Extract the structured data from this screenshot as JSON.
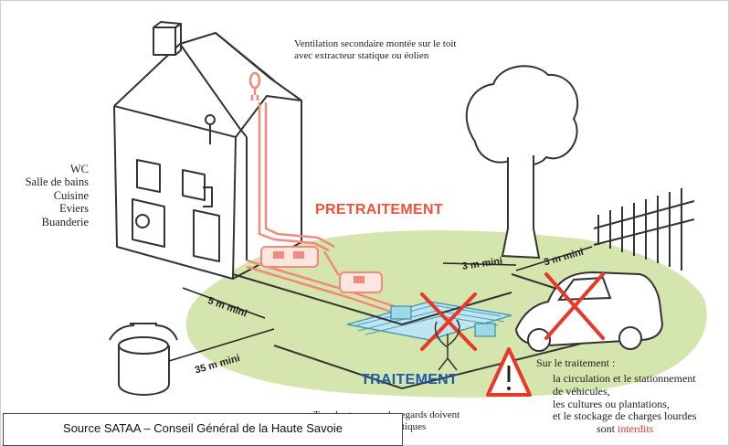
{
  "labels": {
    "ventilation_1": "Ventilation secondaire montée sur le toit",
    "ventilation_2": "avec extracteur statique ou éolien",
    "rooms": [
      "WC",
      "Salle de bains",
      "Cuisine",
      "Eviers",
      "Buanderie"
    ],
    "pretraitement": "PRETRAITEMENT",
    "traitement": "TRAITEMENT",
    "distance_3m_left": "3 m mini",
    "distance_3m_right": "3 m mini",
    "distance_5m": "5 m mini",
    "distance_35m": "35 m mini",
    "treatment_note_title": "Sur le traitement :",
    "treatment_note_lines": [
      "la circulation et le stationnement",
      "de véhicules,",
      "les cultures ou plantations,",
      "et le stockage de charges lourdes"
    ],
    "treatment_note_end": "sont",
    "treatment_note_forbidden": "interdits",
    "tampons_line1": "Tous les tampons de regards doivent",
    "tampons_line2": "tiques",
    "source": "Source SATAA – Conseil Général de la Haute Savoie"
  },
  "colors": {
    "lawn": "#cfe3a4",
    "pipes": "#f08a7a",
    "pretraitement_text": "#f0503c",
    "traitement_text": "#1e5ca8",
    "cross": "#e8382a",
    "warning": "#e8382a",
    "water": "#9fd8e8"
  }
}
